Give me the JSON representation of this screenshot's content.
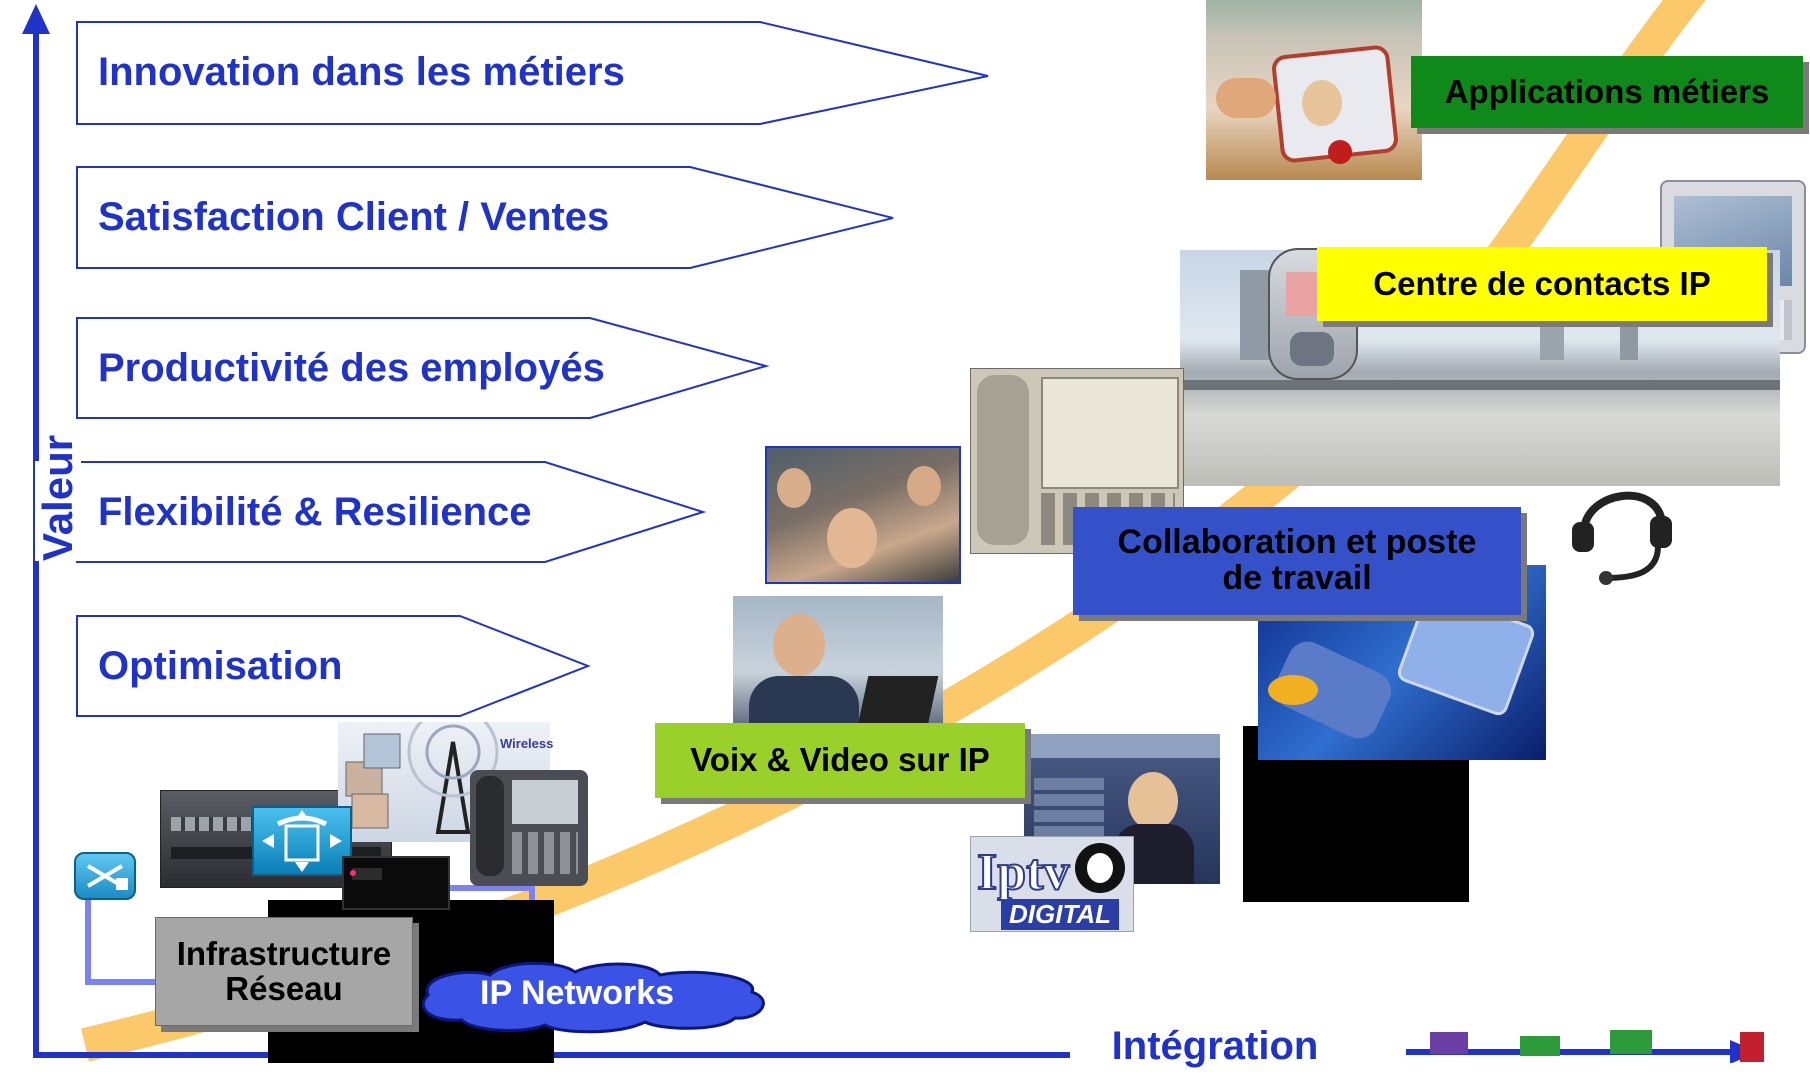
{
  "axes": {
    "y_label": "Valeur",
    "x_label": "Intégration"
  },
  "value_arrows": [
    {
      "label": "Innovation dans les métiers"
    },
    {
      "label": "Satisfaction Client / Ventes"
    },
    {
      "label": "Productivité des employés"
    },
    {
      "label": "Flexibilité & Resilience"
    },
    {
      "label": "Optimisation"
    }
  ],
  "stages": {
    "infrastructure": {
      "line1": "Infrastructure",
      "line2": "Réseau"
    },
    "ip_networks": "IP Networks",
    "voice_video": "Voix & Video sur IP",
    "collaboration": {
      "line1": "Collaboration et poste",
      "line2": "de travail"
    },
    "contact_center": "Centre de contacts IP",
    "business_apps": "Applications métiers"
  },
  "image_text": {
    "wireless": "Wireless",
    "iptv_logo": "Iptv",
    "iptv_sub": "DIGITAL"
  },
  "colors": {
    "axis_blue": "#1f33c8",
    "curve": "#fbc96a",
    "voice_box": "#99d12a",
    "collab_box": "#3551c9",
    "contact_box": "#ffff00",
    "apps_box": "#0f8a1a",
    "infra_box": "#a6a6a6"
  }
}
